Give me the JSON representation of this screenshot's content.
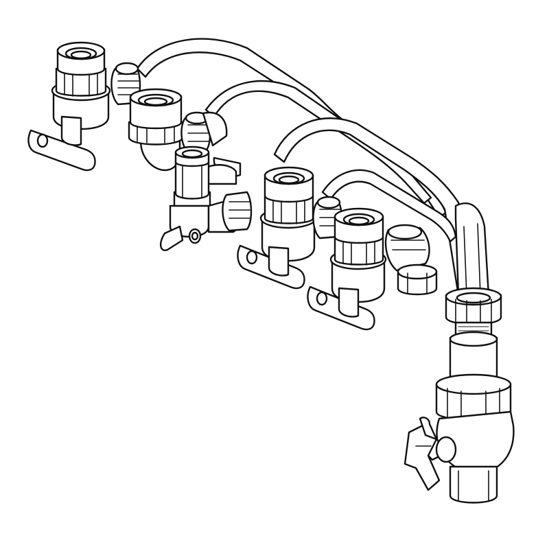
{
  "figure": {
    "kind": "technical line drawing",
    "subject": "manifold-assembly",
    "line_color": "#111111",
    "background": "#ffffff",
    "components": [
      "rear-ball-valve",
      "rear-union-nut",
      "second-compression-fitting",
      "drain-cock",
      "middle-ball-valve",
      "front-ball-valve",
      "main-union-nut",
      "main-inlet-valve",
      "wing-handle"
    ]
  }
}
